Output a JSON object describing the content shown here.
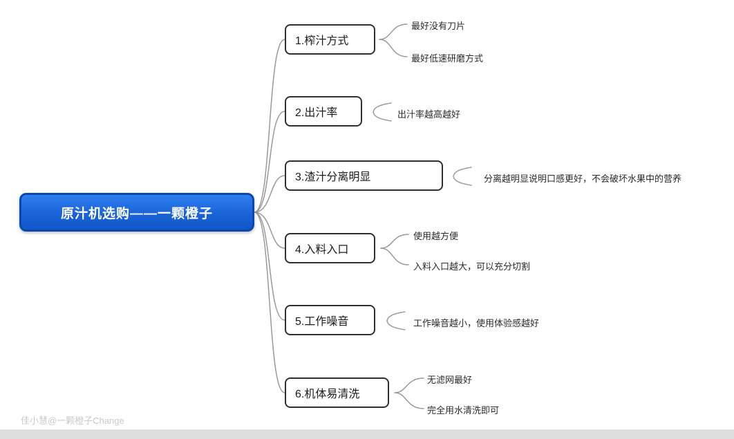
{
  "root": {
    "label": "原汁机选购——一颗橙子"
  },
  "branches": [
    {
      "label": "1.榨汁方式",
      "leaves": [
        "最好没有刀片",
        "最好低速研磨方式"
      ]
    },
    {
      "label": "2.出汁率",
      "leaves": [
        "出汁率越高越好"
      ]
    },
    {
      "label": "3.渣汁分离明显",
      "leaves": [
        "分离越明显说明口感更好，不会破坏水果中的营养"
      ]
    },
    {
      "label": "4.入料入口",
      "leaves": [
        "使用越方便",
        "入料入口越大，可以充分切割"
      ]
    },
    {
      "label": "5.工作噪音",
      "leaves": [
        "工作噪音越小，使用体验感越好"
      ]
    },
    {
      "label": "6.机体易清洗",
      "leaves": [
        "无滤网最好",
        "完全用水清洗即可"
      ]
    }
  ],
  "watermark": "佳小慧@一颗橙子Change",
  "colors": {
    "root_fill": "#1a63d8",
    "root_border": "#0a47ae",
    "root_text": "#ffffff",
    "branch_border": "#2f2f2f",
    "connector": "#999999",
    "watermark_text": "#c9c9c9"
  }
}
